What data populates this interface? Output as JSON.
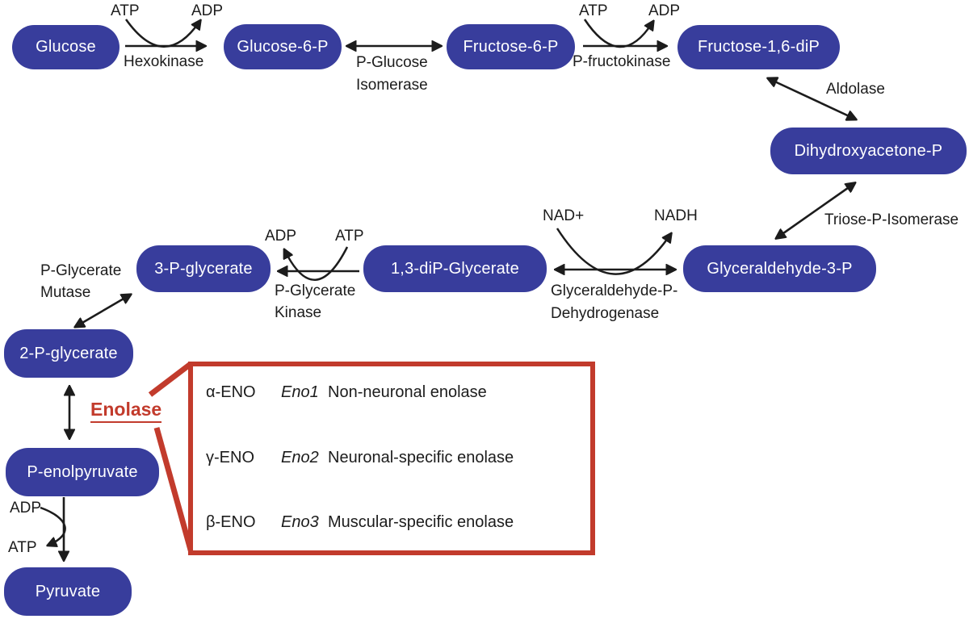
{
  "colors": {
    "node_blue": "#383D9C",
    "accent_red": "#C23B2C",
    "ink": "#1C1C1C"
  },
  "nodes": {
    "glucose": "Glucose",
    "glucose6p": "Glucose-6-P",
    "fructose6p": "Fructose-6-P",
    "fructose16dip": "Fructose-1,6-diP",
    "dhap": "Dihydroxyacetone-P",
    "g3p": "Glyceraldehyde-3-P",
    "dpg13": "1,3-diP-Glycerate",
    "pg3": "3-P-glycerate",
    "pg2": "2-P-glycerate",
    "pep": "P-enolpyruvate",
    "pyruvate": "Pyruvate"
  },
  "enzymes": {
    "hexokinase": "Hexokinase",
    "pgi": [
      "P-Glucose",
      "Isomerase"
    ],
    "pfk": "P-fructokinase",
    "aldolase": "Aldolase",
    "tpi": "Triose-P-Isomerase",
    "gapdh": [
      "Glyceraldehyde-P-",
      "Dehydrogenase"
    ],
    "pgk": [
      "P-Glycerate",
      "Kinase"
    ],
    "pgm": [
      "P-Glycerate",
      "Mutase"
    ]
  },
  "cofactors": {
    "hk_in": "ATP",
    "hk_out": "ADP",
    "pfk_in": "ATP",
    "pfk_out": "ADP",
    "gapdh_in": "NAD+",
    "gapdh_out": "NADH",
    "pgk_out": "ADP",
    "pgk_in": "ATP",
    "pk_in": "ADP",
    "pk_out": "ATP"
  },
  "enolase_callout": {
    "title": "Enolase",
    "rows": [
      {
        "isoform": "α-ENO",
        "gene": "Eno1",
        "description": "Non-neuronal enolase"
      },
      {
        "isoform": "γ-ENO",
        "gene": "Eno2",
        "description": "Neuronal-specific enolase"
      },
      {
        "isoform": "β-ENO",
        "gene": "Eno3",
        "description": "Muscular-specific enolase"
      }
    ]
  }
}
